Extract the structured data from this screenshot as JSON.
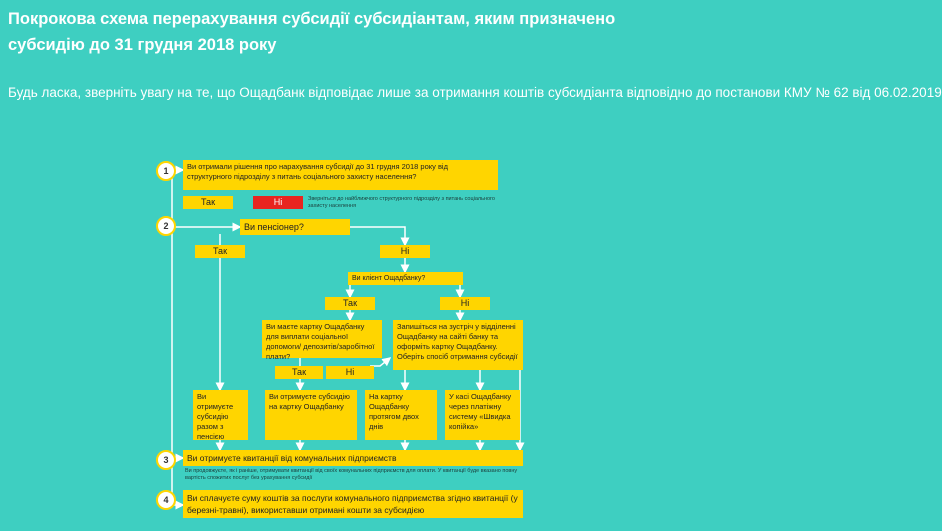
{
  "header": {
    "title": "Покрокова схема перерахування субсидії субсидіантам, яким призначено субсидію до 31 грудня 2018 року",
    "note": "Будь ласка, зверніть увагу на те, що Ощадбанк відповідає лише за отримання коштів субсидіанта відповідно до постанови КМУ № 62 від 06.02.2019"
  },
  "steps": [
    "1",
    "2",
    "3",
    "4"
  ],
  "diagram": {
    "q1": "Ви отримали рішення про нарахування субсидії до 31 грудня 2018 року від структурного підрозділу з питань соціального захисту населення?",
    "q1_yes": "Так",
    "q1_no": "Ні",
    "q1_no_note": "Зверніться до найближчого структурного підрозділу з питань соціального захисту населення",
    "q2": "Ви пенсіонер?",
    "q2_yes": "Так",
    "q2_no": "Ні",
    "q3": "Ви клієнт Ощадбанку?",
    "q3_yes": "Так",
    "q3_no": "Ні",
    "q4": "Ви маєте картку Ощадбанку для виплати соціальної допомоги/ депозитів/заробітної плати?",
    "q4_yes": "Так",
    "q4_no": "Ні",
    "register": "Запишіться на зустріч у відділенні Ощадбанку на сайті банку та оформіть картку Ощадбанку. Оберіть спосіб отримання субсидії",
    "pension": "Ви отримуєте субсидію разом з пенсією",
    "on_card": "Ви отримуєте субсидію на картку Ощадбанку",
    "card_2days": "На картку Ощадбанку протягом двох днів",
    "cashier": "У касі Ощадбанку через платіжну систему «Швидка копійка»",
    "receipts": "Ви отримуєте квитанції від комунальних підприємств",
    "receipts_note": "Ви продовжуєте, як і раніше, отримувати квитанції від своїх комунальних підприємств для оплати. У квитанції буде вказано повну вартість спожитих послуг без урахування субсидії",
    "pay": "Ви сплачуєте суму коштів за послуги комунального підприємства згідно квитанції (у березні-травні), використавши отримані кошти за субсидією"
  }
}
